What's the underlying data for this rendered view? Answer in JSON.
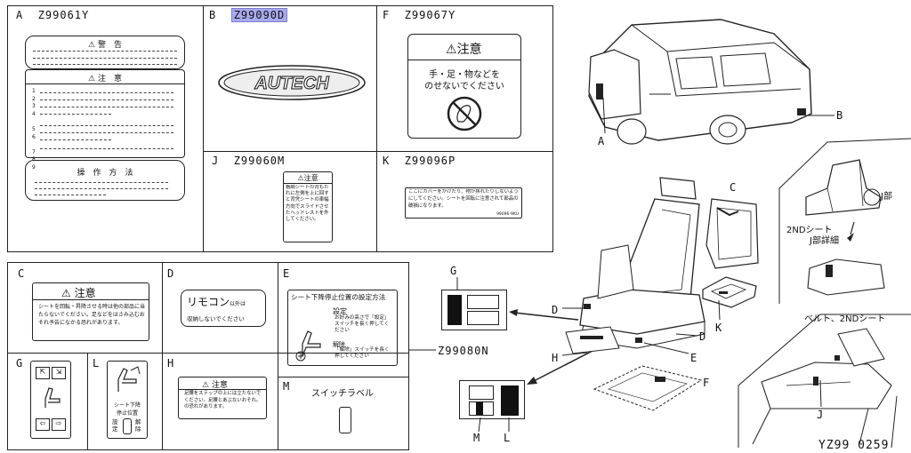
{
  "top_panel": {
    "A": {
      "letter": "A",
      "code": "Z99061Y",
      "warning_title": "警　告",
      "caution_title": "注　意",
      "operation_title": "操　作　方　法",
      "row_numbers": [
        "1",
        "2",
        "3",
        "4",
        "5",
        "6",
        "7",
        "8",
        "9"
      ]
    },
    "B": {
      "letter": "B",
      "code": "Z99090D",
      "logo": "AUTECH"
    },
    "F": {
      "letter": "F",
      "code": "Z99067Y",
      "caution": "注意",
      "text_line1": "手・足・物などを",
      "text_line2": "のせないでください"
    },
    "J": {
      "letter": "J",
      "code": "Z99060M",
      "caution": "注意",
      "text": "格納シートの背もたれに左側を上に回すと背凭シートの車幅方向でスライドさせたヘッドレストを外してください。"
    },
    "K": {
      "letter": "K",
      "code": "Z99096P",
      "text": "ここにカバーをかけたり、物が挟れたりしないようにしてください。シートを回転に注意されて部品の破損になります。",
      "sub": "99096-9KU"
    }
  },
  "bottom_panel": {
    "code": "Z99080N",
    "C": {
      "letter": "C",
      "caution": "注意",
      "text": "シートを回転・昇降させる時は他の部品に当たらないでください。足などをはさみ込むおそれ予告になかる恐れがあります。"
    },
    "D": {
      "letter": "D",
      "title": "リモコン",
      "title_suffix": "以外は",
      "text": "収納しないでください"
    },
    "E": {
      "letter": "E",
      "title": "シート下降停止位置の設定方法",
      "set": "設定",
      "set_text": "お好みの高さで「設定」スイッチを長く押してください",
      "release": "解除",
      "release_text": "「解除」スイッチを長く押してください"
    },
    "G": {
      "letter": "G"
    },
    "L": {
      "letter": "L",
      "text_line1": "シート下降",
      "text_line2": "停止位置",
      "set": "設定",
      "release": "解除"
    },
    "H": {
      "letter": "H",
      "caution": "注意",
      "text": "足腰をステップの上には立たないでください。足腰とあぶないおそれ。の恐れがあります。"
    },
    "M": {
      "letter": "M",
      "text": "スイッチラベル"
    }
  },
  "callouts": {
    "A": "A",
    "B": "B",
    "C": "C",
    "D1": "D",
    "D2": "D",
    "E": "E",
    "F": "F",
    "G": "G",
    "H": "H",
    "J": "J",
    "K": "K",
    "L": "L",
    "M": "M"
  },
  "detail": {
    "j_label": "J部",
    "second_seat": "2NDシート",
    "j_detail": "J部詳細",
    "belt_label": "ベルト、2NDシート"
  },
  "drawing_code": "YZ99 0259"
}
